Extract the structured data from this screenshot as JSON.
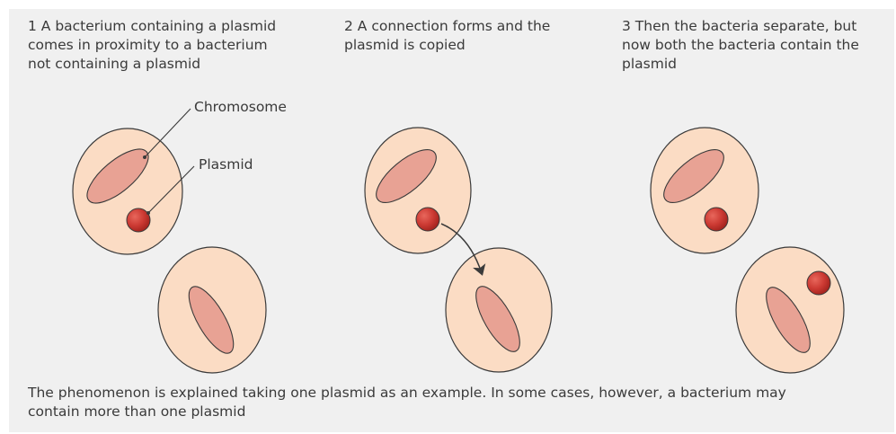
{
  "steps": [
    {
      "lines": [
        "1 A bacterium containing a plasmid",
        "comes in proximity to a bacterium",
        "not containing a plasmid"
      ]
    },
    {
      "lines": [
        "2 A connection forms and the",
        "plasmid is copied"
      ]
    },
    {
      "lines": [
        "3 Then the bacteria separate, but",
        "now both the bacteria contain the",
        "plasmid"
      ]
    }
  ],
  "labels": {
    "chromosome": "Chromosome",
    "plasmid": "Plasmid"
  },
  "caption": {
    "lines": [
      "The phenomenon is explained taking one plasmid as an example. In some cases, however, a bacterium may",
      "contain more than one plasmid"
    ]
  },
  "colors": {
    "panel_background": "#f0f0f0",
    "cell_fill": "#fbdcc4",
    "chromosome_fill": "#e8a294",
    "plasmid_fill": "#cc3a33",
    "outline": "#3a3a3a",
    "text": "#3a3a3a"
  }
}
